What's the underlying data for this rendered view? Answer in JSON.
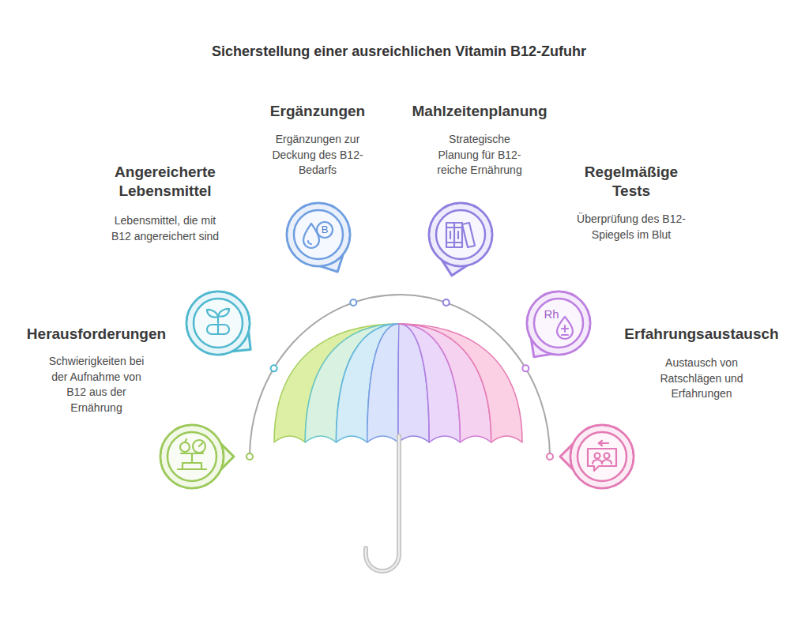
{
  "diagram": {
    "title": "Sicherstellung einer ausreichlichen Vitamin B12-Zufuhr",
    "nodes": [
      {
        "text": [
          "Herausforderungen",
          "Schwierigkeiten bei der Aufnahme von B12 aus der Ernährung"
        ]
      },
      {
        "text": [
          "Angereicherte Lebensmittel",
          "Lebensmittel, die mit B12 angereichert sind"
        ]
      },
      {
        "text": [
          "Ergänzungen",
          "Ergänzungen zur Deckung des B12-Bedarfs"
        ]
      },
      {
        "text": [
          "Mahlzeitenplanung",
          "Strategische Planung für B12-reiche Ernährung"
        ]
      },
      {
        "text": [
          "Regelmäßige Tests",
          "Überprüfung des B12-Spiegels im Blut"
        ]
      },
      {
        "text": [
          "Erfahrungsaustausch",
          "Austausch von Ratschlägen und Erfahrungen"
        ]
      }
    ],
    "labels": [
      "B",
      "Rh"
    ]
  }
}
